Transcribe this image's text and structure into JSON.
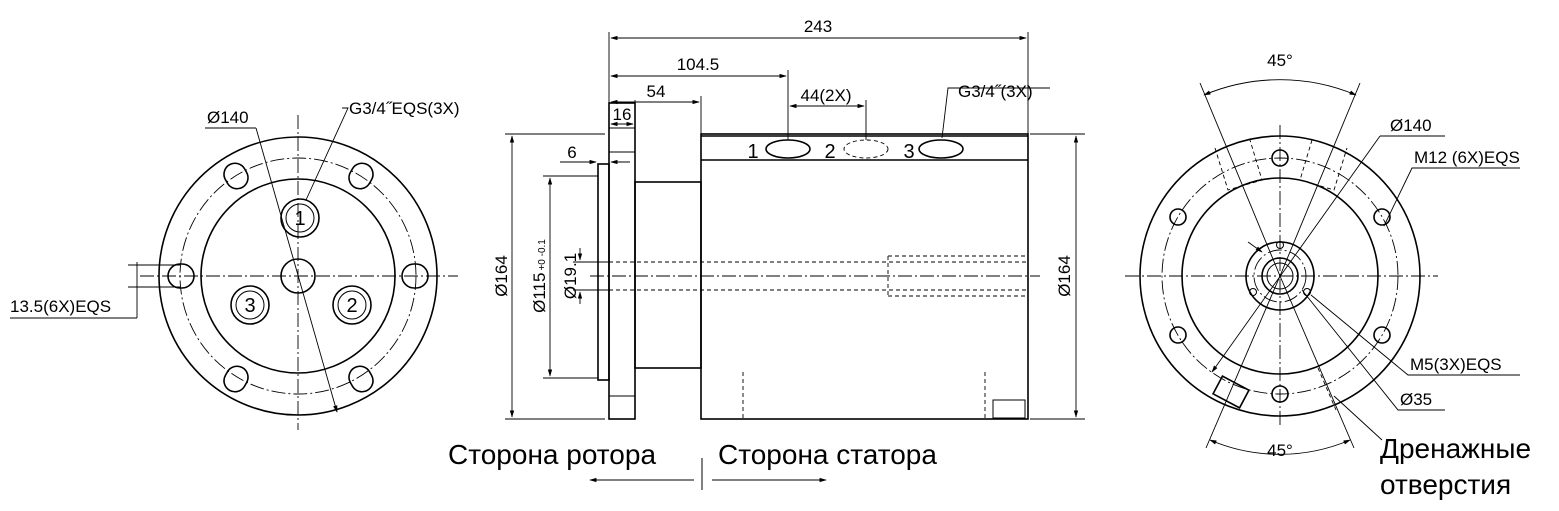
{
  "left_view": {
    "dia": "Ø140",
    "port_thread": "G3/4˝EQS(3X)",
    "hole_spec": "13.5(6X)EQS",
    "ports": [
      "1",
      "2",
      "3"
    ]
  },
  "side_view": {
    "overall_length": "243",
    "len_1045": "104.5",
    "len_54": "54",
    "len_16": "16",
    "len_6": "6",
    "spacing": "44(2X)",
    "port_thread": "G3/4˝(3X)",
    "dia_164_left": "Ø164",
    "dia_115": "Ø115",
    "dia_115_tol": "+0 -0.1",
    "dia_19": "Ø19.1",
    "dia_164_right": "Ø164",
    "ports": [
      "1",
      "2",
      "3"
    ]
  },
  "right_view": {
    "angle_top": "45°",
    "angle_bottom": "45°",
    "dia_140": "Ø140",
    "m12": "M12 (6X)EQS",
    "m5": "M5(3X)EQS",
    "dia_35": "Ø35"
  },
  "captions": {
    "rotor_side": "Сторона ротора",
    "stator_side": "Сторона статора",
    "drain_line1": "Дренажные",
    "drain_line2": "отверстия"
  }
}
